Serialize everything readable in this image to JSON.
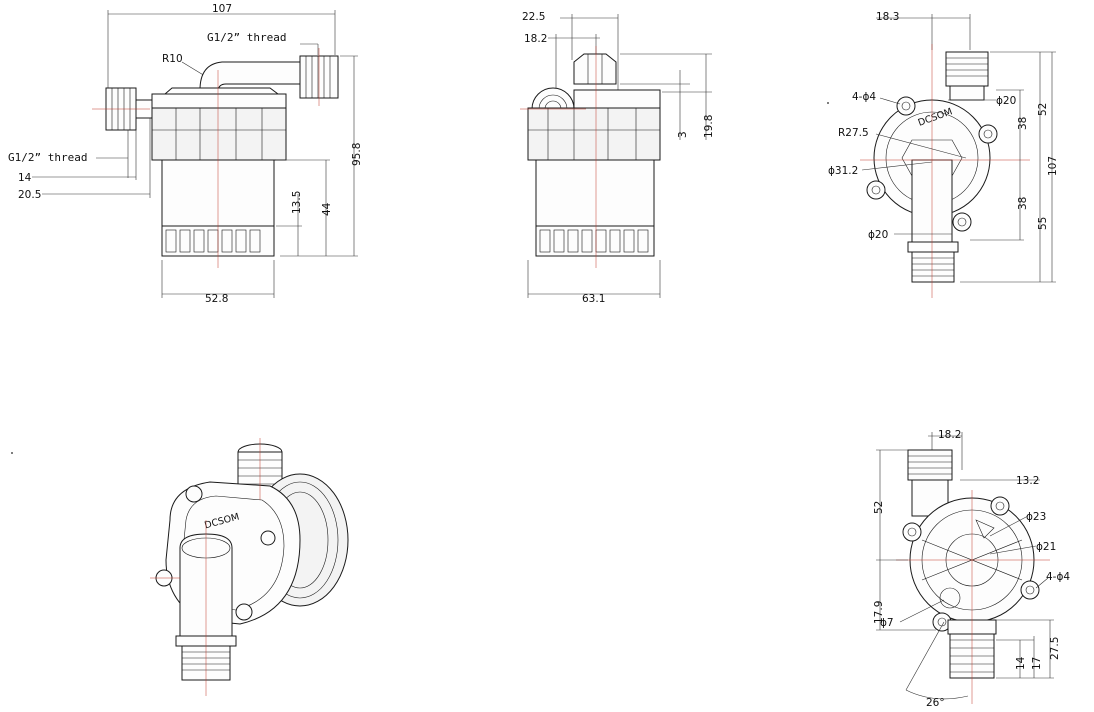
{
  "front_view": {
    "width_total": "107",
    "thread_top": "G1/2” thread",
    "thread_left": "G1/2” thread",
    "radius": "R10",
    "dim_14": "14",
    "dim_20_5": "20.5",
    "height_total": "95.8",
    "dim_44": "44",
    "dim_13_5": "13.5",
    "base_width": "52.8"
  },
  "side_view": {
    "dim_22_5": "22.5",
    "dim_18_2": "18.2",
    "dim_3": "3",
    "dim_19_8": "19.8",
    "base_width": "63.1"
  },
  "top_view": {
    "dim_18_3": "18.3",
    "holes": "4-ϕ4",
    "radius": "R27.5",
    "dia_31_2": "ϕ31.2",
    "dia_20_top": "ϕ20",
    "dia_20_bottom": "ϕ20",
    "dim_52": "52",
    "dim_107": "107",
    "dim_38_a": "38",
    "dim_38_b": "38",
    "dim_55": "55",
    "logo": "DCSOM"
  },
  "iso_view": {
    "logo": "DCSOM"
  },
  "bottom_view": {
    "dim_18_2": "18.2",
    "dim_13_2": "13.2",
    "dim_52": "52",
    "dia_23": "ϕ23",
    "dia_21": "ϕ21",
    "holes": "4-ϕ4",
    "dia_7": "ϕ7",
    "dim_17_9": "17.9",
    "dim_14": "14",
    "dim_17": "17",
    "dim_27_5": "27.5",
    "angle": "26°"
  }
}
